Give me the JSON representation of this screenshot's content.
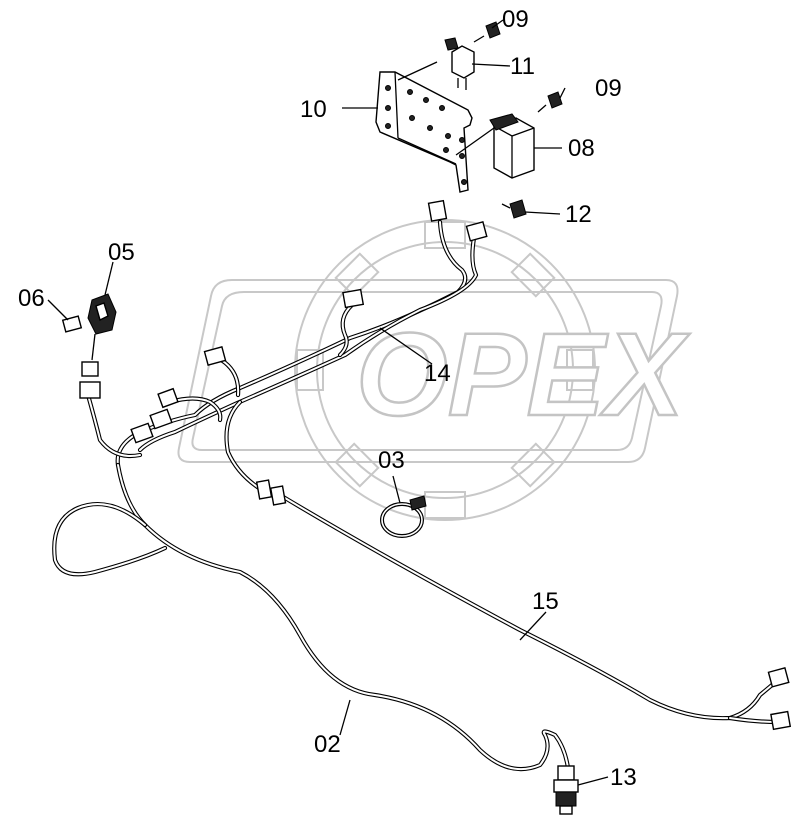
{
  "watermark": {
    "text": "OPEX"
  },
  "callouts": {
    "c02": "02",
    "c03": "03",
    "c05": "05",
    "c06": "06",
    "c08": "08",
    "c09a": "09",
    "c09b": "09",
    "c10": "10",
    "c11": "11",
    "c12": "12",
    "c13": "13",
    "c14": "14",
    "c15": "15"
  },
  "colors": {
    "line": "#000000",
    "watermark": "#c4c4c4",
    "background": "#ffffff"
  }
}
